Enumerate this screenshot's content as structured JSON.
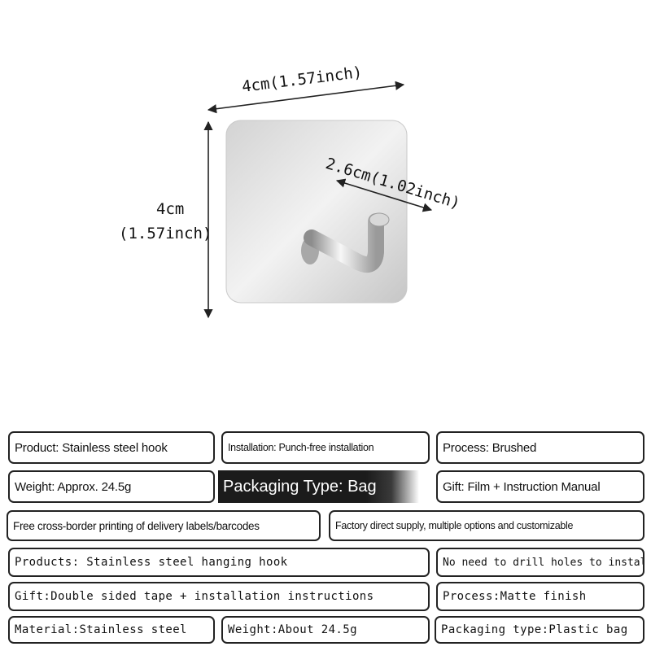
{
  "dimensions": {
    "width_label": "4cm(1.57inch)",
    "height_label_cm": "4cm",
    "height_label_inch": "(1.57inch)",
    "hook_label": "2.6cm(1.02inch)"
  },
  "specs": {
    "product": "Product: Stainless steel hook",
    "installation": "Installation: Punch-free installation",
    "process": "Process: Brushed",
    "weight": "Weight: Approx. 24.5g",
    "packaging": "Packaging Type: Bag",
    "gift": "Gift: Film + Instruction Manual",
    "printing": "Free cross-border printing of delivery labels/barcodes",
    "factory": "Factory direct supply, multiple options and customizable",
    "products2": "Products: Stainless steel hanging hook",
    "no_drill": "No need to drill holes to install",
    "gift2": "Gift:Double sided tape + installation instructions",
    "process2": "Process:Matte finish",
    "material": "Material:Stainless steel",
    "weight2": "Weight:About 24.5g",
    "packaging2": "Packaging type:Plastic bag"
  },
  "colors": {
    "border": "#222222",
    "steel_light": "#e6e6e6",
    "steel_dark": "#b9b9b9"
  }
}
